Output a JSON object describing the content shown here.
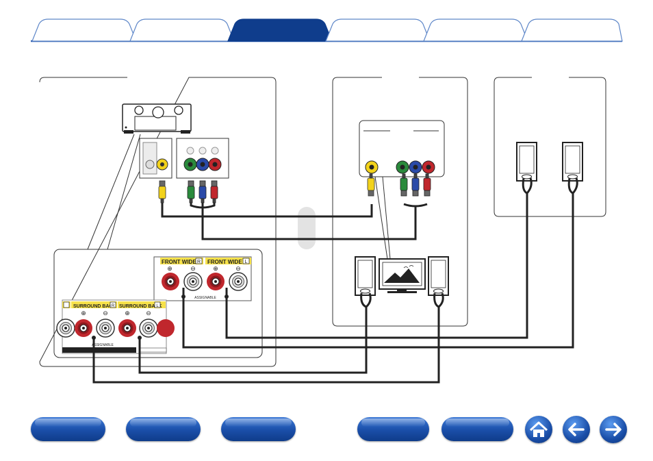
{
  "tabs": [
    {
      "label": "",
      "active": false
    },
    {
      "label": "",
      "active": false
    },
    {
      "label": "",
      "active": true
    },
    {
      "label": "",
      "active": false
    },
    {
      "label": "",
      "active": false
    },
    {
      "label": "",
      "active": false
    }
  ],
  "colors": {
    "tab_active": "#0f3d8c",
    "tab_inactive": "#ffffff",
    "tab_border": "#2a5db0",
    "nav_blue": "#1a4ea8",
    "jack_red": "#c0272d",
    "jack_green": "#2a8a3c",
    "jack_blue": "#2a4aa8",
    "jack_yellow": "#f2d21b",
    "label_yellow": "#f7e24a"
  },
  "receiver": {
    "terminal_labels": {
      "front_wide_r": "FRONT WIDE",
      "front_wide_r_badge": "R",
      "front_wide_l": "FRONT WIDE",
      "front_wide_l_badge": "L",
      "surround_back_r": "SURROUND BACK",
      "surround_back_r_badge": "R",
      "surround_back_l": "SURROUND BACK",
      "surround_back_l_badge": "L",
      "assignable_top": "ASSIGNABLE",
      "assignable_bottom": "ASSIGNABLE",
      "plus": "⊕",
      "minus": "⊖"
    }
  },
  "bottom_nav": {
    "buttons": [
      {
        "label": ""
      },
      {
        "label": ""
      },
      {
        "label": ""
      },
      {
        "label": ""
      },
      {
        "label": ""
      }
    ],
    "icons": [
      "home-icon",
      "arrow-left-icon",
      "arrow-right-icon"
    ]
  }
}
